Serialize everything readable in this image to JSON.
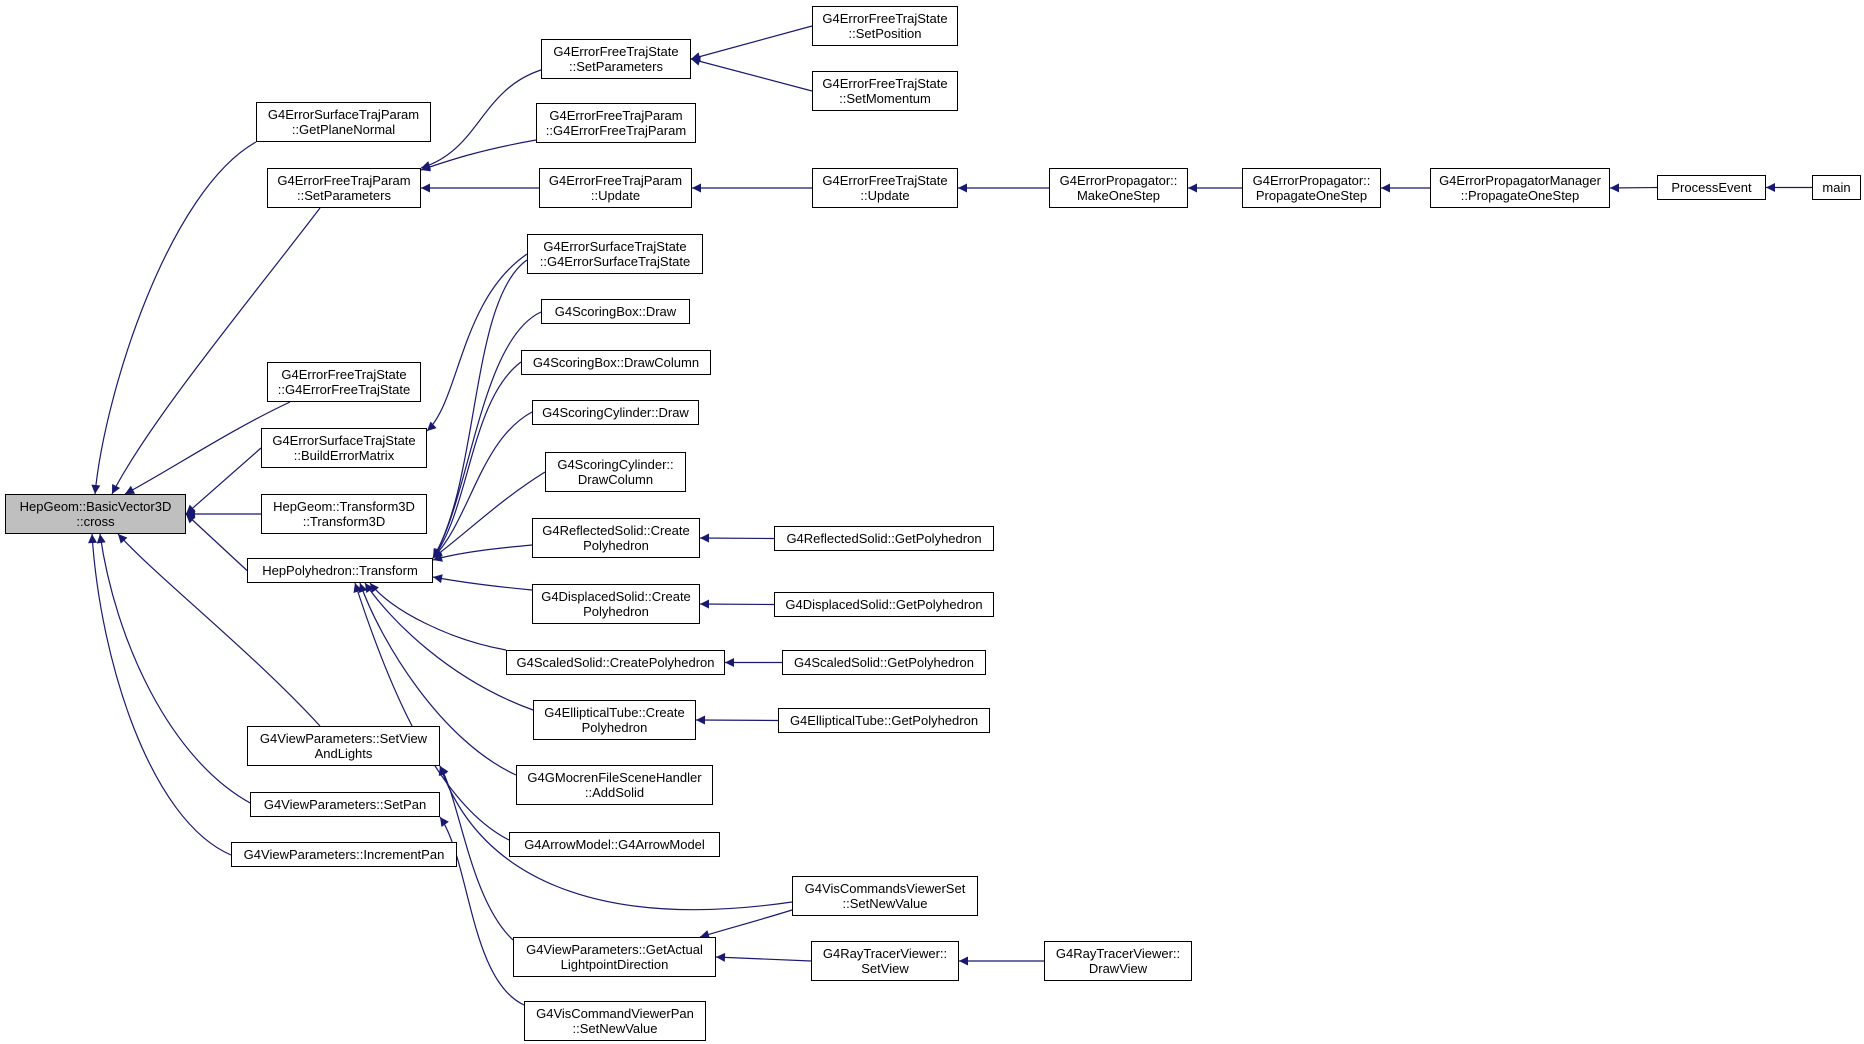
{
  "colors": {
    "edge": "#191970",
    "node_border": "#000000",
    "root_fill": "#bfbfbf",
    "node_fill": "#ffffff"
  },
  "nodes": [
    {
      "id": "cross",
      "lines": [
        "HepGeom::BasicVector3D",
        "::cross"
      ],
      "root": true
    },
    {
      "id": "esp_gpn",
      "lines": [
        "G4ErrorSurfaceTrajParam",
        "::GetPlaneNormal"
      ]
    },
    {
      "id": "eftp_sp",
      "lines": [
        "G4ErrorFreeTrajParam",
        "::SetParameters"
      ]
    },
    {
      "id": "efts_ctor",
      "lines": [
        "G4ErrorFreeTrajState",
        "::G4ErrorFreeTrajState"
      ]
    },
    {
      "id": "ests_bem",
      "lines": [
        "G4ErrorSurfaceTrajState",
        "::BuildErrorMatrix"
      ]
    },
    {
      "id": "t3d",
      "lines": [
        "HepGeom::Transform3D",
        "::Transform3D"
      ]
    },
    {
      "id": "hep_tr",
      "lines": [
        "HepPolyhedron::Transform"
      ]
    },
    {
      "id": "vp_sval",
      "lines": [
        "G4ViewParameters::SetView",
        "AndLights"
      ]
    },
    {
      "id": "vp_span",
      "lines": [
        "G4ViewParameters::SetPan"
      ]
    },
    {
      "id": "vp_ipan",
      "lines": [
        "G4ViewParameters::IncrementPan"
      ]
    },
    {
      "id": "efts_sp",
      "lines": [
        "G4ErrorFreeTrajState",
        "::SetParameters"
      ]
    },
    {
      "id": "eftp_ctor",
      "lines": [
        "G4ErrorFreeTrajParam",
        "::G4ErrorFreeTrajParam"
      ]
    },
    {
      "id": "eftp_upd",
      "lines": [
        "G4ErrorFreeTrajParam",
        "::Update"
      ]
    },
    {
      "id": "efts_spos",
      "lines": [
        "G4ErrorFreeTrajState",
        "::SetPosition"
      ]
    },
    {
      "id": "efts_smom",
      "lines": [
        "G4ErrorFreeTrajState",
        "::SetMomentum"
      ]
    },
    {
      "id": "efts_upd",
      "lines": [
        "G4ErrorFreeTrajState",
        "::Update"
      ]
    },
    {
      "id": "ep_mos",
      "lines": [
        "G4ErrorPropagator::",
        "MakeOneStep"
      ]
    },
    {
      "id": "ep_pos",
      "lines": [
        "G4ErrorPropagator::",
        "PropagateOneStep"
      ]
    },
    {
      "id": "epm_pos",
      "lines": [
        "G4ErrorPropagatorManager",
        "::PropagateOneStep"
      ]
    },
    {
      "id": "pe",
      "lines": [
        "ProcessEvent"
      ]
    },
    {
      "id": "main",
      "lines": [
        "main"
      ]
    },
    {
      "id": "ests_ctor",
      "lines": [
        "G4ErrorSurfaceTrajState",
        "::G4ErrorSurfaceTrajState"
      ]
    },
    {
      "id": "sb_draw",
      "lines": [
        "G4ScoringBox::Draw"
      ]
    },
    {
      "id": "sb_dcol",
      "lines": [
        "G4ScoringBox::DrawColumn"
      ]
    },
    {
      "id": "sc_draw",
      "lines": [
        "G4ScoringCylinder::Draw"
      ]
    },
    {
      "id": "sc_dcol",
      "lines": [
        "G4ScoringCylinder::",
        "DrawColumn"
      ]
    },
    {
      "id": "rs_cp",
      "lines": [
        "G4ReflectedSolid::Create",
        "Polyhedron"
      ]
    },
    {
      "id": "ds_cp",
      "lines": [
        "G4DisplacedSolid::Create",
        "Polyhedron"
      ]
    },
    {
      "id": "ss_cp",
      "lines": [
        "G4ScaledSolid::CreatePolyhedron"
      ]
    },
    {
      "id": "et_cp",
      "lines": [
        "G4EllipticalTube::Create",
        "Polyhedron"
      ]
    },
    {
      "id": "gm_as",
      "lines": [
        "G4GMocrenFileSceneHandler",
        "::AddSolid"
      ]
    },
    {
      "id": "am_ctor",
      "lines": [
        "G4ArrowModel::G4ArrowModel"
      ]
    },
    {
      "id": "vcvs_snv",
      "lines": [
        "G4VisCommandsViewerSet",
        "::SetNewValue"
      ]
    },
    {
      "id": "vp_galpd",
      "lines": [
        "G4ViewParameters::GetActual",
        "LightpointDirection"
      ]
    },
    {
      "id": "vcvp_snv",
      "lines": [
        "G4VisCommandViewerPan",
        "::SetNewValue"
      ]
    },
    {
      "id": "rs_gp",
      "lines": [
        "G4ReflectedSolid::GetPolyhedron"
      ]
    },
    {
      "id": "ds_gp",
      "lines": [
        "G4DisplacedSolid::GetPolyhedron"
      ]
    },
    {
      "id": "ss_gp",
      "lines": [
        "G4ScaledSolid::GetPolyhedron"
      ]
    },
    {
      "id": "et_gp",
      "lines": [
        "G4EllipticalTube::GetPolyhedron"
      ]
    },
    {
      "id": "rtv_sv",
      "lines": [
        "G4RayTracerViewer::",
        "SetView"
      ]
    },
    {
      "id": "rtv_dv",
      "lines": [
        "G4RayTracerViewer::",
        "DrawView"
      ]
    }
  ],
  "edges": [
    [
      "esp_gpn",
      "cross"
    ],
    [
      "eftp_sp",
      "cross"
    ],
    [
      "efts_ctor",
      "cross"
    ],
    [
      "ests_bem",
      "cross"
    ],
    [
      "t3d",
      "cross"
    ],
    [
      "hep_tr",
      "cross"
    ],
    [
      "vp_sval",
      "cross"
    ],
    [
      "vp_span",
      "cross"
    ],
    [
      "vp_ipan",
      "cross"
    ],
    [
      "efts_sp",
      "eftp_sp"
    ],
    [
      "eftp_ctor",
      "eftp_sp"
    ],
    [
      "eftp_upd",
      "eftp_sp"
    ],
    [
      "efts_spos",
      "efts_sp"
    ],
    [
      "efts_smom",
      "efts_sp"
    ],
    [
      "efts_upd",
      "eftp_upd"
    ],
    [
      "ep_mos",
      "efts_upd"
    ],
    [
      "ep_pos",
      "ep_mos"
    ],
    [
      "epm_pos",
      "ep_pos"
    ],
    [
      "pe",
      "epm_pos"
    ],
    [
      "main",
      "pe"
    ],
    [
      "ests_ctor",
      "ests_bem"
    ],
    [
      "ests_ctor",
      "hep_tr"
    ],
    [
      "sb_draw",
      "hep_tr"
    ],
    [
      "sb_dcol",
      "hep_tr"
    ],
    [
      "sc_draw",
      "hep_tr"
    ],
    [
      "sc_dcol",
      "hep_tr"
    ],
    [
      "rs_cp",
      "hep_tr"
    ],
    [
      "ds_cp",
      "hep_tr"
    ],
    [
      "ss_cp",
      "hep_tr"
    ],
    [
      "et_cp",
      "hep_tr"
    ],
    [
      "gm_as",
      "hep_tr"
    ],
    [
      "am_ctor",
      "hep_tr"
    ],
    [
      "rs_gp",
      "rs_cp"
    ],
    [
      "ds_gp",
      "ds_cp"
    ],
    [
      "ss_gp",
      "ss_cp"
    ],
    [
      "et_gp",
      "et_cp"
    ],
    [
      "vcvs_snv",
      "vp_sval"
    ],
    [
      "vp_galpd",
      "vp_sval"
    ],
    [
      "vcvp_snv",
      "vp_span"
    ],
    [
      "vcvs_snv",
      "vp_galpd"
    ],
    [
      "rtv_sv",
      "vp_galpd"
    ],
    [
      "rtv_dv",
      "rtv_sv"
    ]
  ]
}
